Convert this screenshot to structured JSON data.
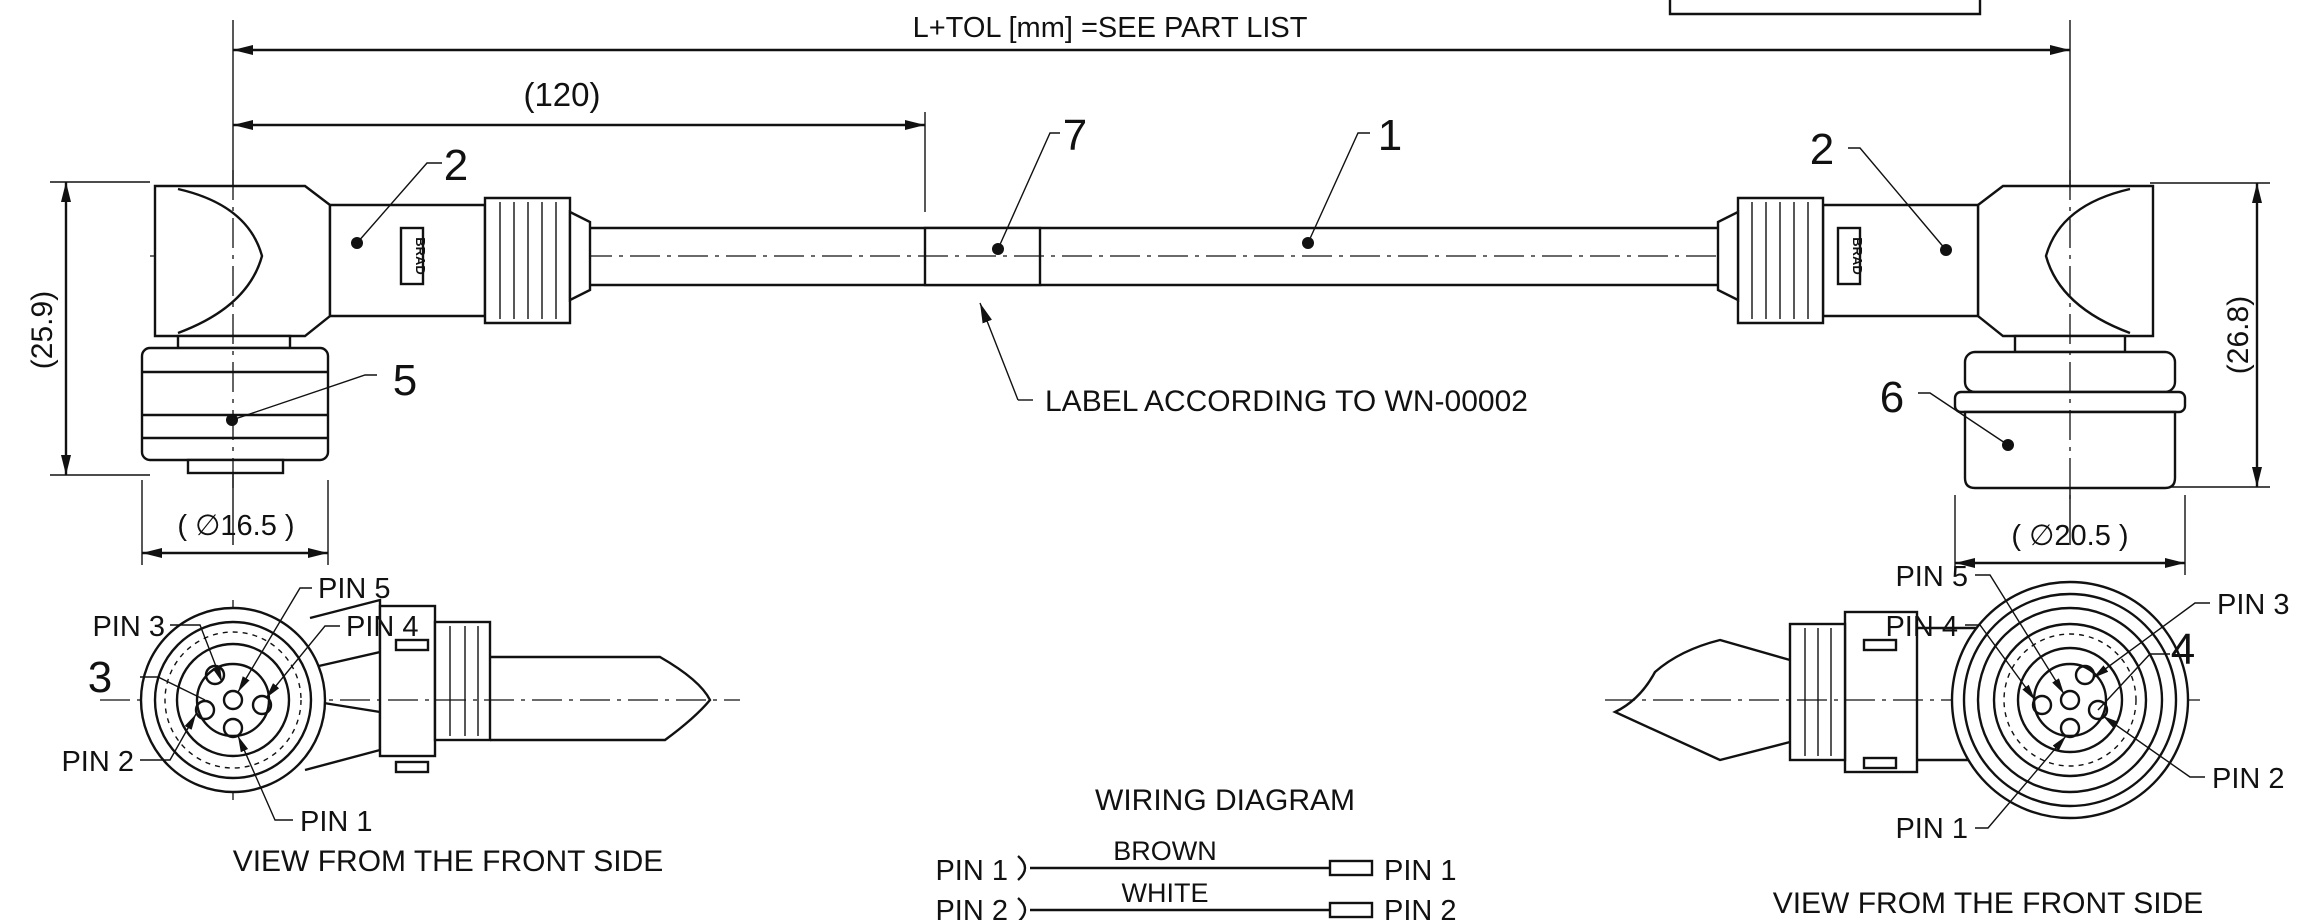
{
  "dimensions": {
    "overall_length": "L+TOL [mm] =SEE PART LIST",
    "label_position": "(120)",
    "left_height": "(25.9)",
    "right_height": "(26.8)",
    "left_diameter": "( ∅16.5 )",
    "right_diameter": "( ∅20.5 )"
  },
  "balloons": {
    "cable": "1",
    "left_housing": "2",
    "right_housing": "2",
    "left_front_face": "3",
    "right_front_face": "4",
    "left_coupling_nut": "5",
    "right_coupling_nut": "6",
    "label": "7"
  },
  "label_note": "LABEL ACCORDING TO WN-00002",
  "brand_mark": "BRAD",
  "left_view": {
    "pins": {
      "pin1": "PIN 1",
      "pin2": "PIN 2",
      "pin3": "PIN 3",
      "pin4": "PIN 4",
      "pin5": "PIN 5"
    },
    "caption": "VIEW FROM THE FRONT SIDE"
  },
  "right_view": {
    "pins": {
      "pin1": "PIN 1",
      "pin2": "PIN 2",
      "pin3": "PIN 3",
      "pin4": "PIN 4",
      "pin5": "PIN 5"
    },
    "caption": "VIEW FROM THE FRONT SIDE"
  },
  "wiring": {
    "title": "WIRING DIAGRAM",
    "rows": [
      {
        "from": "PIN 1",
        "color": "BROWN",
        "to": "PIN 1"
      },
      {
        "from": "PIN 2",
        "color": "WHITE",
        "to": "PIN 2"
      }
    ]
  }
}
